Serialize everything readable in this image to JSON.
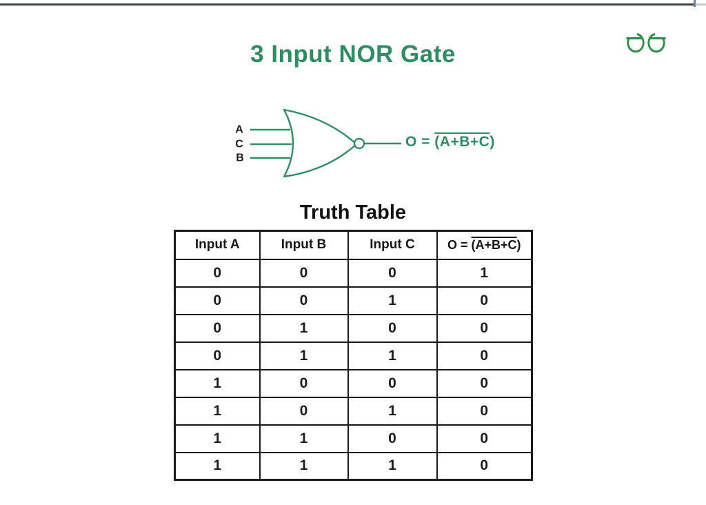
{
  "header": {
    "title": "3 Input NOR Gate"
  },
  "diagram": {
    "inputs": [
      "A",
      "C",
      "B"
    ],
    "output": {
      "prefix": "O = ",
      "overlined": "(A+B+C",
      "suffix": ")"
    }
  },
  "truth_table": {
    "heading": "Truth Table",
    "columns": [
      "Input A",
      "Input B",
      "Input C"
    ],
    "output_column": {
      "prefix": "O = ",
      "overlined": "(A+B+C",
      "suffix": ")"
    },
    "rows": [
      [
        0,
        0,
        0,
        1
      ],
      [
        0,
        0,
        1,
        0
      ],
      [
        0,
        1,
        0,
        0
      ],
      [
        0,
        1,
        1,
        0
      ],
      [
        1,
        0,
        0,
        0
      ],
      [
        1,
        0,
        1,
        0
      ],
      [
        1,
        1,
        0,
        0
      ],
      [
        1,
        1,
        1,
        0
      ]
    ]
  },
  "colors": {
    "green": "#2e8d63",
    "logo_green": "#2f8d46",
    "ink": "#1b1b1b",
    "border": "#1a1a1a",
    "top_line": "#3f4347",
    "top_line_light": "#c3ccd2",
    "tick": "#6a87a0"
  }
}
